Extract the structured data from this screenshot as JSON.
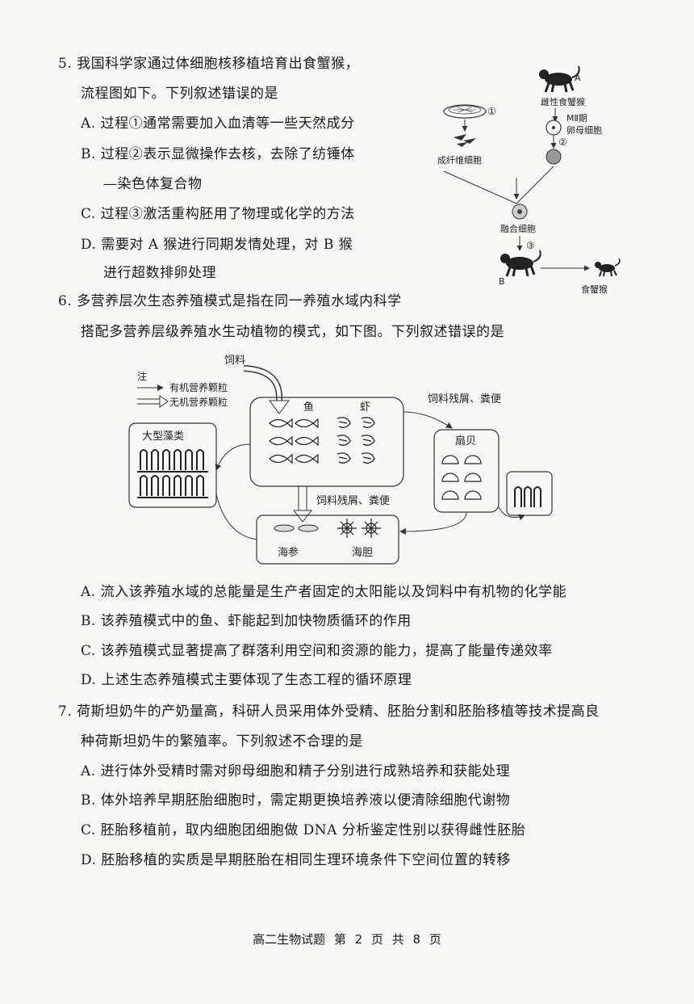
{
  "q5": {
    "line1": "5. 我国科学家通过体细胞核移植培育出食蟹猴，",
    "line2_pre": "流程图如下。下列叙述",
    "line2_emph": "错误",
    "line2_post": "的是",
    "A": "A. 过程①通常需要加入血清等一些天然成分",
    "B1": "B. 过程②表示显微操作去核，去除了纺锤体",
    "B2": "—染色体复合物",
    "C": "C. 过程③激活重构胚用了物理或化学的方法",
    "D1": "D. 需要对 A 猴进行同期发情处理，对 B 猴",
    "D2": "进行超数排卵处理",
    "fig": {
      "label_A": "A",
      "female_monkey": "雌性食蟹猴",
      "mii_1": "MⅡ期",
      "mii_2": "卵母细胞",
      "step1": "①",
      "step2": "②",
      "step3": "③",
      "fibroblast": "成纤维细胞",
      "fused": "融合细胞",
      "label_B": "B",
      "result": "食蟹猴"
    }
  },
  "q6": {
    "line1": "6. 多营养层次生态养殖模式是指在同一养殖水域内科学",
    "line2_pre": "搭配多营养层级养殖水生动植物的模式，如下图。下列叙述",
    "line2_emph": "错误",
    "line2_post": "的是",
    "fig": {
      "feed": "饲料",
      "note": "注",
      "organic": "有机营养颗粒",
      "inorganic": "无机营养颗粒",
      "fish": "鱼",
      "shrimp": "虾",
      "algae": "大型藻类",
      "residue_top": "饲料残屑、粪便",
      "residue_mid": "饲料残屑、粪便",
      "scallop": "扇贝",
      "sea_cucumber": "海参",
      "sea_urchin": "海胆"
    },
    "A": "A. 流入该养殖水域的总能量是生产者固定的太阳能以及饲料中有机物的化学能",
    "B": "B. 该养殖模式中的鱼、虾能起到加快物质循环的作用",
    "C": "C. 该养殖模式显著提高了群落利用空间和资源的能力，提高了能量传递效率",
    "D": "D. 上述生态养殖模式主要体现了生态工程的循环原理"
  },
  "q7": {
    "line1": "7. 荷斯坦奶牛的产奶量高，科研人员采用体外受精、胚胎分割和胚胎移植等技术提高良",
    "line2_pre": "种荷斯坦奶牛的繁殖率。下列叙述",
    "line2_emph": "不合理",
    "line2_post": "的是",
    "A": "A. 进行体外受精时需对卵母细胞和精子分别进行成熟培养和获能处理",
    "B": "B. 体外培养早期胚胎细胞时，需定期更换培养液以便清除细胞代谢物",
    "C": "C. 胚胎移植前，取内细胞团细胞做 DNA 分析鉴定性别以获得雌性胚胎",
    "D": "D. 胚胎移植的实质是早期胚胎在相同生理环境条件下空间位置的转移"
  },
  "footer": "高二生物试题   第 2 页   共 8 页"
}
